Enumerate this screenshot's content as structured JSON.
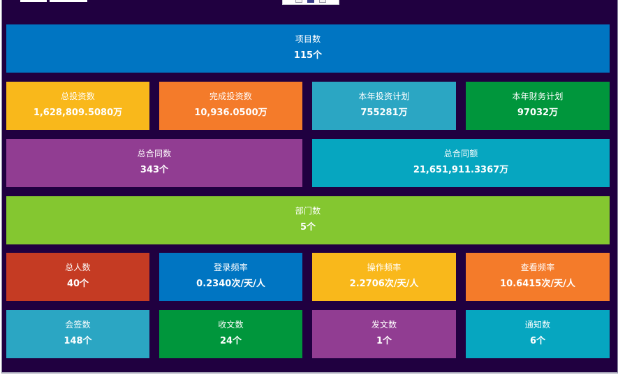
{
  "tiles": {
    "project_count": {
      "label": "项目数",
      "value": "115个",
      "color": "#0075c2"
    },
    "total_investment": {
      "label": "总投资数",
      "value": "1,628,809.5080万",
      "color": "#f9b81b"
    },
    "completed_investment": {
      "label": "完成投资数",
      "value": "10,936.0500万",
      "color": "#f47b2a"
    },
    "annual_investment_plan": {
      "label": "本年投资计划",
      "value": "755281万",
      "color": "#2ba6c3"
    },
    "annual_finance_plan": {
      "label": "本年财务计划",
      "value": "97032万",
      "color": "#00963c"
    },
    "total_contract_count": {
      "label": "总合同数",
      "value": "343个",
      "color": "#913d92"
    },
    "total_contract_amount": {
      "label": "总合同额",
      "value": "21,651,911.3367万",
      "color": "#06a6c0"
    },
    "department_count": {
      "label": "部门数",
      "value": "5个",
      "color": "#84c730"
    },
    "total_people": {
      "label": "总人数",
      "value": "40个",
      "color": "#c53b23"
    },
    "login_frequency": {
      "label": "登录频率",
      "value": "0.2340次/天/人",
      "color": "#0075c2"
    },
    "operation_frequency": {
      "label": "操作频率",
      "value": "2.2706次/天/人",
      "color": "#f9b81b"
    },
    "view_frequency": {
      "label": "查看频率",
      "value": "10.6415次/天/人",
      "color": "#f47b2a"
    },
    "countersign_count": {
      "label": "会签数",
      "value": "148个",
      "color": "#2ba6c3"
    },
    "received_doc_count": {
      "label": "收文数",
      "value": "24个",
      "color": "#00963c"
    },
    "sent_doc_count": {
      "label": "发文数",
      "value": "1个",
      "color": "#913d92"
    },
    "notice_count": {
      "label": "通知数",
      "value": "6个",
      "color": "#06a6c0"
    }
  }
}
